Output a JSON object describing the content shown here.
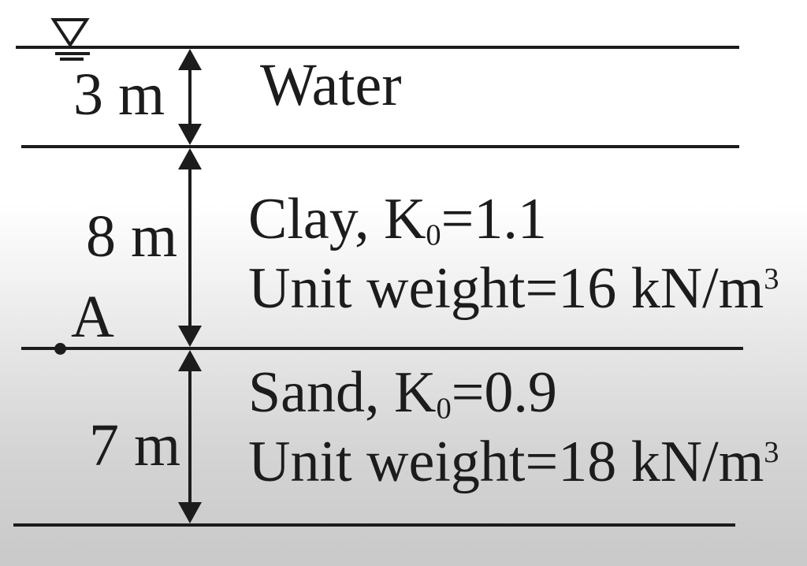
{
  "colors": {
    "ink": "#1c1c1c",
    "background_top": "#ffffff",
    "background_bottom": "#c9c9c9"
  },
  "layers": {
    "water": {
      "name": "Water",
      "depth": "3 m"
    },
    "clay": {
      "depth": "8 m",
      "title_pre": "Clay, K",
      "title_sub": "0",
      "title_post": "=1.1",
      "unit_pre": "Unit weight=16 kN/m",
      "unit_sup": "3"
    },
    "sand": {
      "depth": "7 m",
      "title_pre": "Sand, K",
      "title_sub": "0",
      "title_post": "=0.9",
      "unit_pre": "Unit weight=18 kN/m",
      "unit_sup": "3"
    }
  },
  "point": {
    "label": "A"
  }
}
